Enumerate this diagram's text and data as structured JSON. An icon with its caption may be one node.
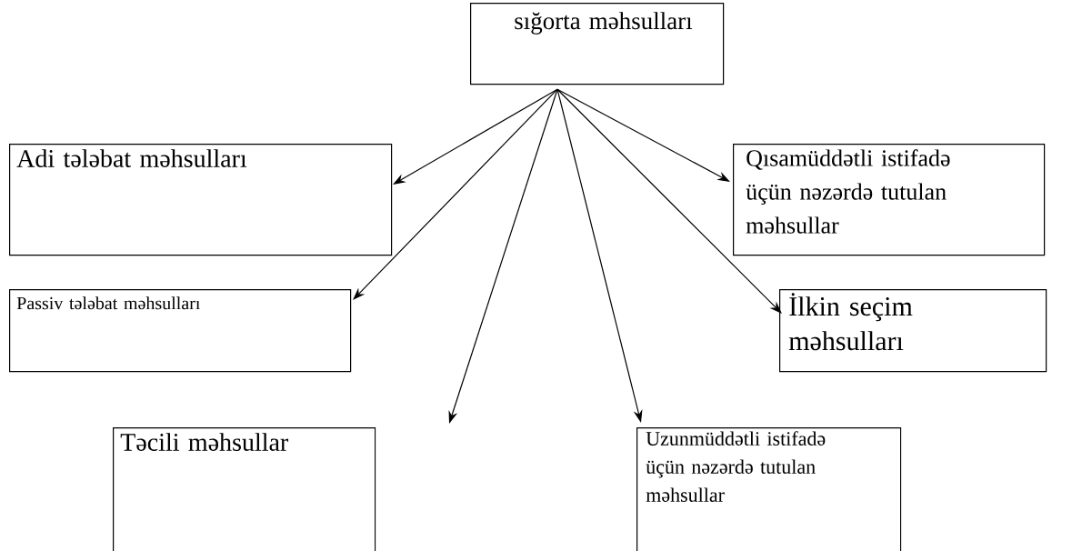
{
  "diagram": {
    "nodes": [
      {
        "text": [
          "sığorta məhsulları"
        ]
      },
      {
        "text": [
          "Adi tələbat məhsulları"
        ]
      },
      {
        "text": [
          "Qısamüddətli istifadə üçün nəzərdə tutulan məhsullar"
        ]
      },
      {
        "text": [
          "Passiv tələbat məhsulları"
        ]
      },
      {
        "text": [
          "İlkin seçim məhsulları"
        ]
      },
      {
        "text": [
          "Təcili məhsullar"
        ]
      },
      {
        "text": [
          "Uzunmüddətli istifadə üçün nəzərdə tutulan məhsullar"
        ]
      }
    ],
    "edges": [
      {
        "from": 0,
        "to": 1,
        "arrow": "to"
      },
      {
        "from": 0,
        "to": 3,
        "arrow": "to"
      },
      {
        "from": 0,
        "to": 5,
        "arrow": "to"
      },
      {
        "from": 0,
        "to": 6,
        "arrow": "to"
      },
      {
        "from": 0,
        "to": 4,
        "arrow": "to"
      },
      {
        "from": 0,
        "to": 2,
        "arrow": "to"
      }
    ]
  }
}
